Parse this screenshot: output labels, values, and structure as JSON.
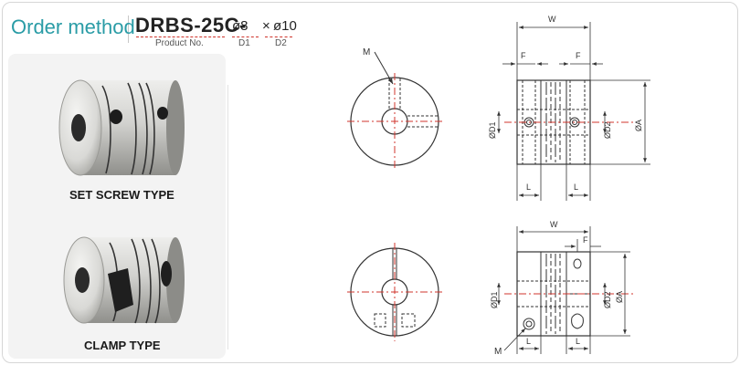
{
  "header": {
    "title": "Order method",
    "code": {
      "product": "DRBS-25C-",
      "d1": "ø8",
      "separator": "×",
      "d2": "ø10"
    },
    "legend": {
      "product": "Product No.",
      "d1": "D1",
      "d2": "D2"
    }
  },
  "types": [
    {
      "caption": "SET SCREW TYPE"
    },
    {
      "caption": "CLAMP TYPE"
    }
  ],
  "drawing_labels": {
    "m": "M",
    "w": "W",
    "f": "F",
    "l": "L",
    "od1": "ØD1",
    "od2": "ØD2",
    "oa": "ØA"
  },
  "colors": {
    "accent": "#2a9ca6",
    "centerline": "#d0342c",
    "dimension": "#333333"
  }
}
